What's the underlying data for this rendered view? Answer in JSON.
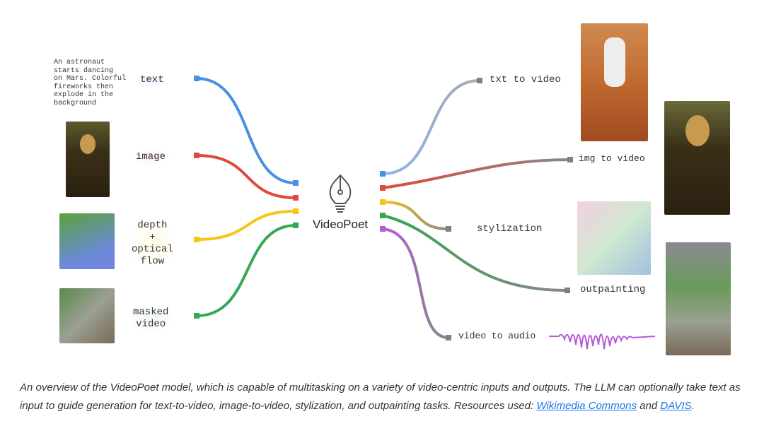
{
  "inputs": {
    "prompt": "An astronaut\nstarts dancing\non Mars. Colorful\nfireworks then\nexplode in the\nbackground",
    "labels": [
      "text",
      "image",
      "depth\n+\noptical\nflow",
      "masked\nvideo"
    ]
  },
  "model": {
    "name": "VideoPoet",
    "icon": "pen-nib-lightbulb-icon"
  },
  "outputs": {
    "labels": [
      "txt to video",
      "img to video",
      "stylization",
      "outpainting",
      "video to audio"
    ]
  },
  "colors": {
    "text": "#4a90e2",
    "image": "#e04a3b",
    "depth": "#f5c518",
    "masked": "#34a853",
    "audio": "#b65ad8",
    "connector": "#808080"
  },
  "caption": {
    "text": "An overview of the VideoPoet model, which is capable of multitasking on a variety of video-centric inputs and outputs. The LLM can optionally take text as input to guide generation for text-to-video, image-to-video, stylization, and outpainting tasks. Resources used: ",
    "link1": "Wikimedia Commons",
    "and": " and ",
    "link2": "DAVIS",
    "end": "."
  }
}
